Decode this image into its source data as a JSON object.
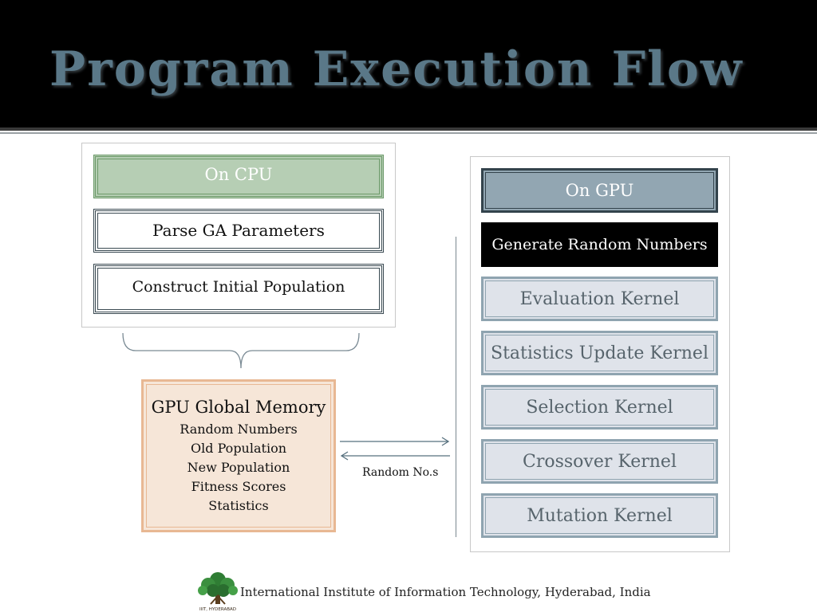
{
  "slide": {
    "title": "Program Execution Flow"
  },
  "cpu": {
    "header": "On CPU",
    "steps": [
      "Parse GA Parameters",
      "Construct Initial Population"
    ]
  },
  "memory": {
    "title": "GPU Global Memory",
    "items": [
      "Random Numbers",
      "Old Population",
      "New Population",
      "Fitness Scores",
      "Statistics"
    ]
  },
  "transfer": {
    "label": "Random No.s"
  },
  "gpu": {
    "header": "On GPU",
    "generator": "Generate Random Numbers",
    "kernels": [
      "Evaluation Kernel",
      "Statistics Update Kernel",
      "Selection Kernel",
      "Crossover Kernel",
      "Mutation Kernel"
    ]
  },
  "footer": {
    "institution": "International Institute of Information Technology, Hyderabad, India",
    "logo_caption": "IIIT, HYDERABAD"
  },
  "colors": {
    "title": "#5a7888",
    "cpu_header_fill": "#b6ceb4",
    "gpu_header_fill": "#92a6b2",
    "kernel_fill": "#dfe3ea",
    "memory_fill": "#f6e6d8",
    "memory_border": "#e8b893"
  }
}
